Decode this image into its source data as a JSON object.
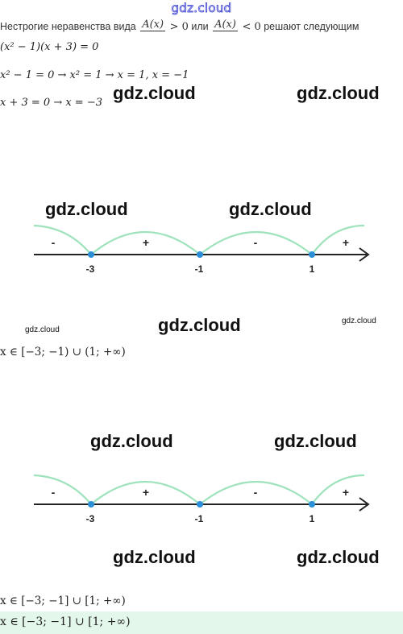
{
  "site_title": "gdz.cloud",
  "intro": {
    "text_before": "Нестрогие неравенства вида",
    "frac_num": "A(x)",
    "ineq1": "> 0",
    "connector": "или",
    "ineq2": "< 0",
    "text_after": "решают следующим"
  },
  "equations": [
    "(x² − 1)(x + 3) = 0",
    "x² − 1 = 0 → x² = 1 → x = 1, x = −1",
    "x + 3 = 0 → x = −3"
  ],
  "number_lines": [
    {
      "points": [
        "-3",
        "-1",
        "1"
      ],
      "signs": [
        "-",
        "+",
        "-",
        "+"
      ],
      "colors": {
        "arc": "#9fe3bd",
        "axis": "#222222",
        "point": "#2a8fd6"
      }
    },
    {
      "points": [
        "-3",
        "-1",
        "1"
      ],
      "signs": [
        "-",
        "+",
        "-",
        "+"
      ],
      "colors": {
        "arc": "#9fe3bd",
        "axis": "#222222",
        "point": "#2a8fd6"
      }
    }
  ],
  "results": {
    "first": "x ∈ [−3; −1) ∪ (1; +∞)",
    "second": "x ∈ [−3; −1] ∪ [1; +∞)",
    "final": "x ∈ [−3; −1] ∪ [1; +∞)"
  },
  "watermark": "gdz.cloud",
  "highlight_color": "#e3f8ea"
}
